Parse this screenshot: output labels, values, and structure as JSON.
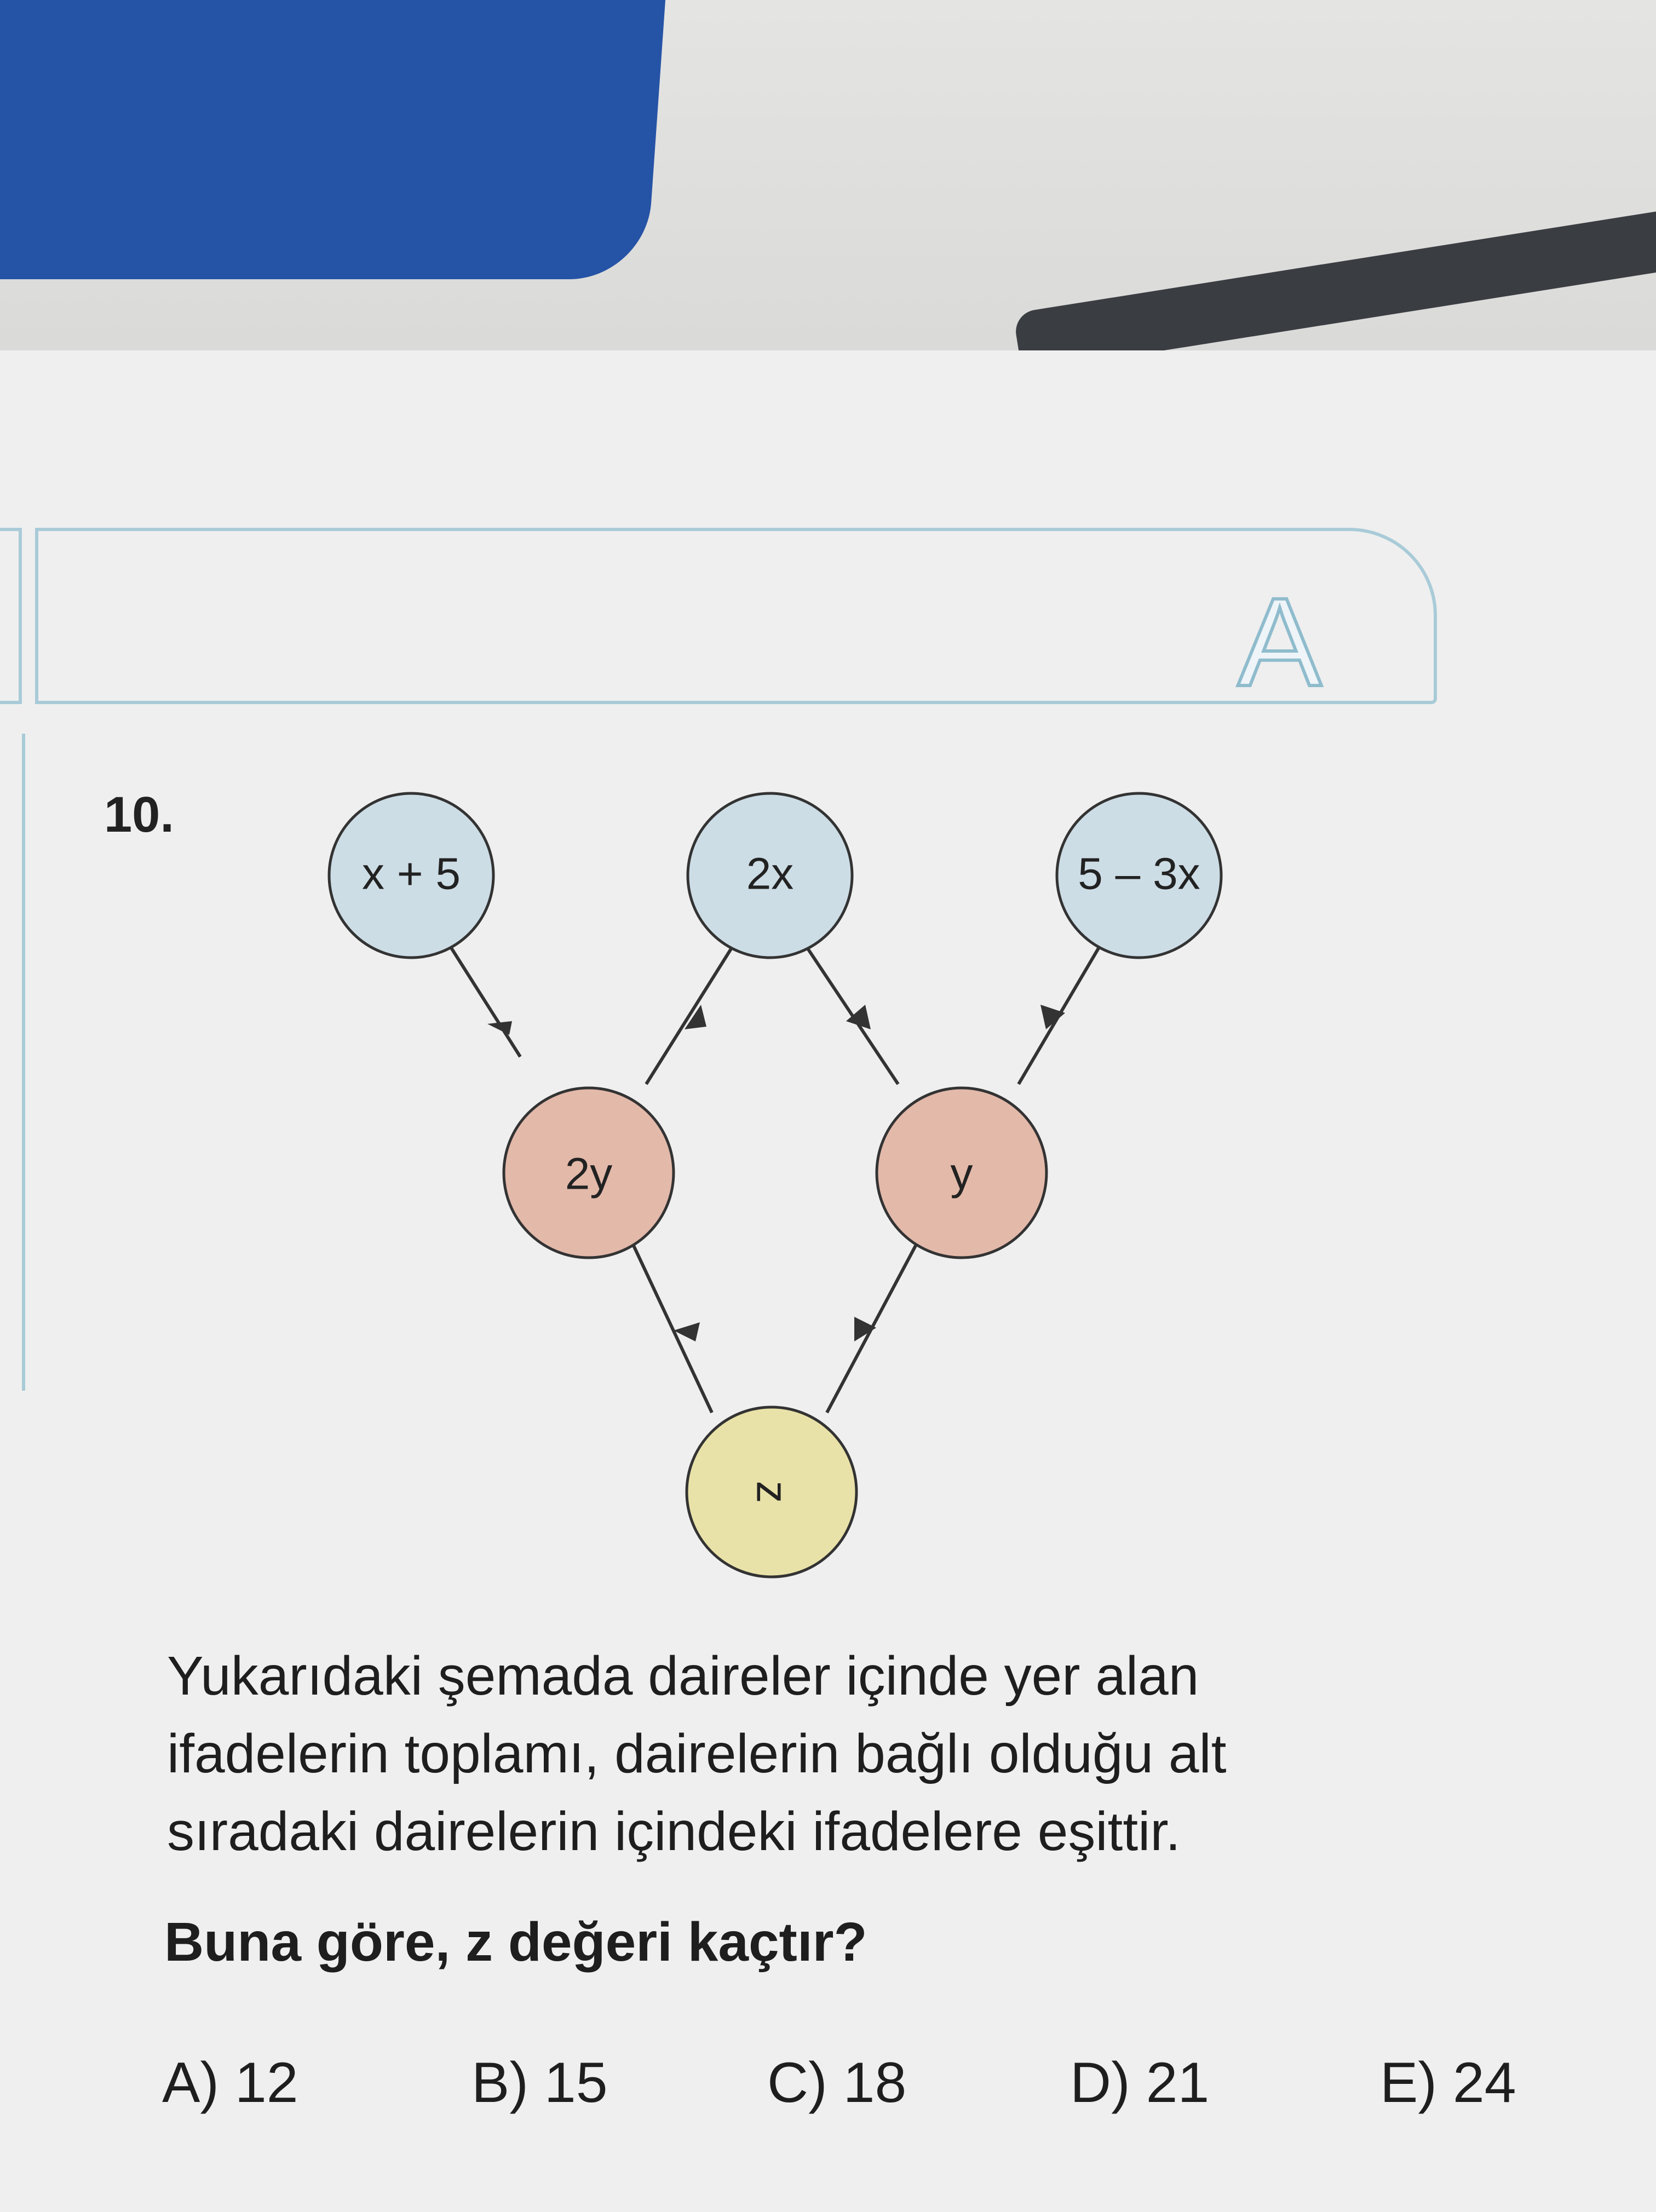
{
  "page": {
    "booklet_letter": "A",
    "question_number": "10.",
    "diagram": {
      "top_nodes": [
        "x + 5",
        "2x",
        "5 – 3x"
      ],
      "middle_nodes": [
        "2y",
        "y"
      ],
      "bottom_node": "z",
      "colors": {
        "top": "#cddde6",
        "middle": "#e3b9aa",
        "bottom": "#e9e2a8",
        "stroke": "#333333"
      }
    },
    "paragraph": [
      "Yukarıdaki şemada daireler içinde yer alan",
      "ifadelerin toplamı, dairelerin bağlı olduğu alt",
      "sıradaki dairelerin içindeki ifadelere eşittir."
    ],
    "question": "Buna göre, z değeri kaçtır?",
    "options": [
      "A) 12",
      "B) 15",
      "C) 18",
      "D) 21",
      "E) 24"
    ]
  }
}
